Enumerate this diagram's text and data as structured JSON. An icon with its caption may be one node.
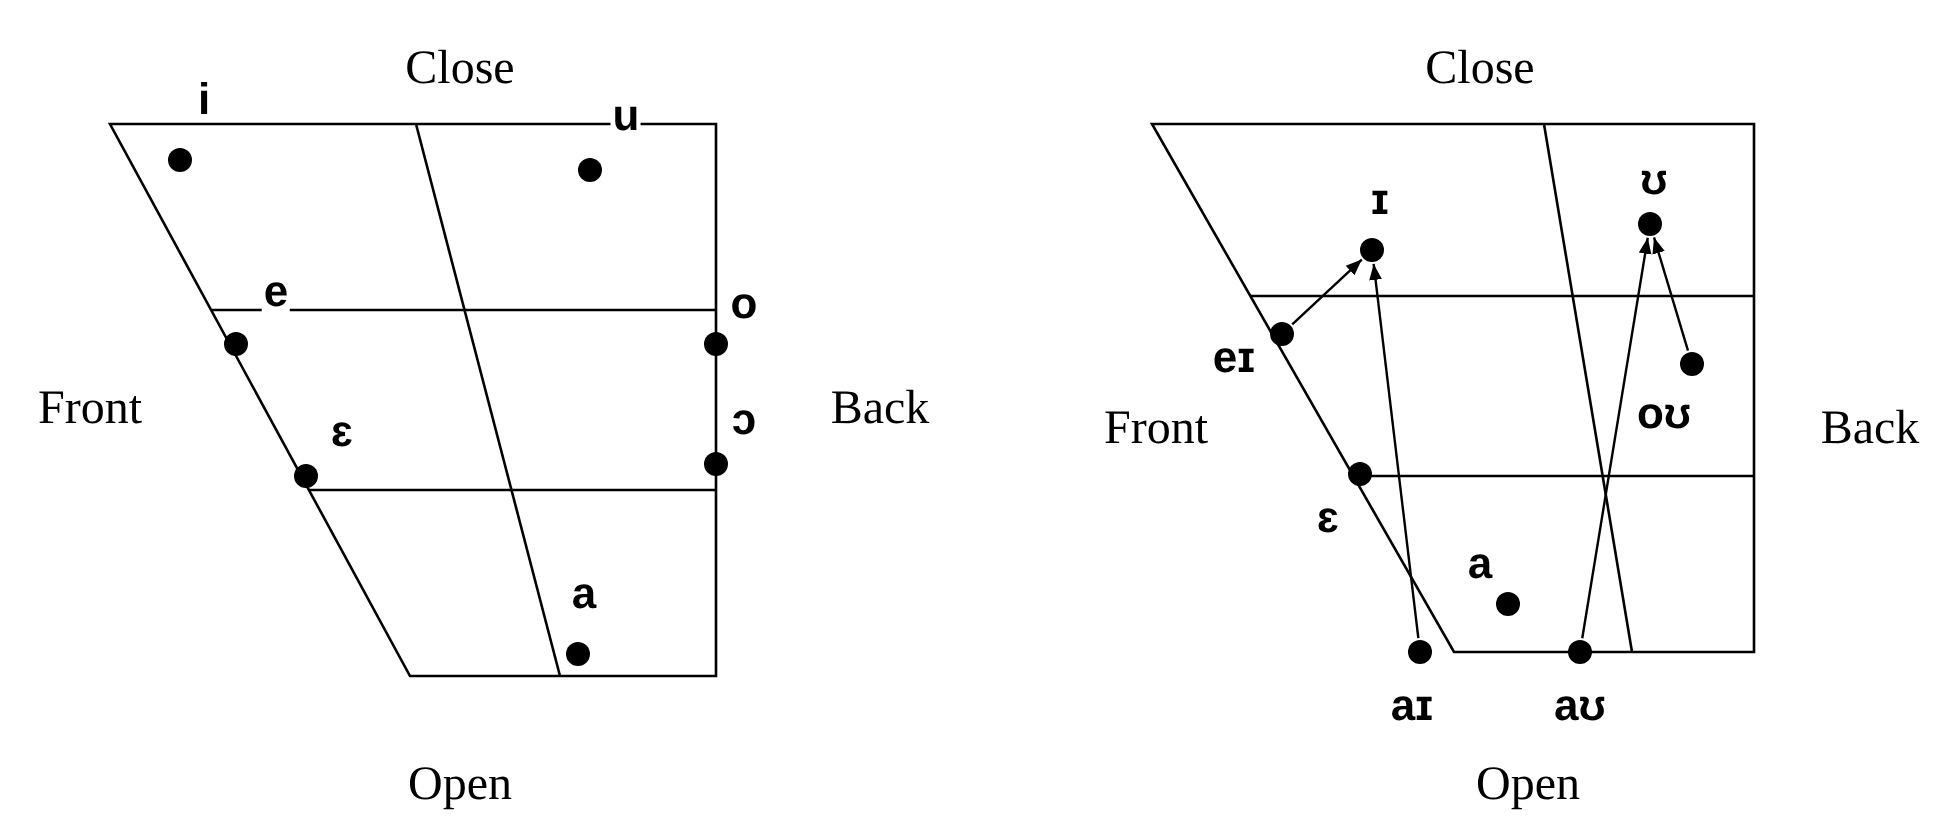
{
  "diagram": {
    "nodes": [
      {
        "text": [
          "i"
        ]
      },
      {
        "text": [
          "u"
        ]
      },
      {
        "text": [
          "e"
        ]
      },
      {
        "text": [
          "o"
        ]
      },
      {
        "text": [
          "ɛ"
        ]
      },
      {
        "text": [
          "ɔ"
        ]
      },
      {
        "text": [
          "a"
        ]
      },
      {
        "text": [
          "ɪ"
        ]
      },
      {
        "text": [
          "ʊ"
        ]
      },
      {
        "text": [
          "eɪ"
        ]
      },
      {
        "text": [
          "oʊ"
        ]
      },
      {
        "text": [
          "ɛ"
        ]
      },
      {
        "text": [
          "a"
        ]
      },
      {
        "text": [
          "aɪ"
        ]
      },
      {
        "text": [
          "aʊ"
        ]
      }
    ],
    "edges": [
      {
        "from": 9,
        "to": 7,
        "arrow": "to"
      },
      {
        "from": 13,
        "to": 7,
        "arrow": "to"
      },
      {
        "from": 14,
        "to": 8,
        "arrow": "to"
      },
      {
        "from": 10,
        "to": 8,
        "arrow": "to"
      }
    ],
    "labels": [
      "Close",
      "Close",
      "Front",
      "Back",
      "Front",
      "Back",
      "Open",
      "Open"
    ]
  }
}
